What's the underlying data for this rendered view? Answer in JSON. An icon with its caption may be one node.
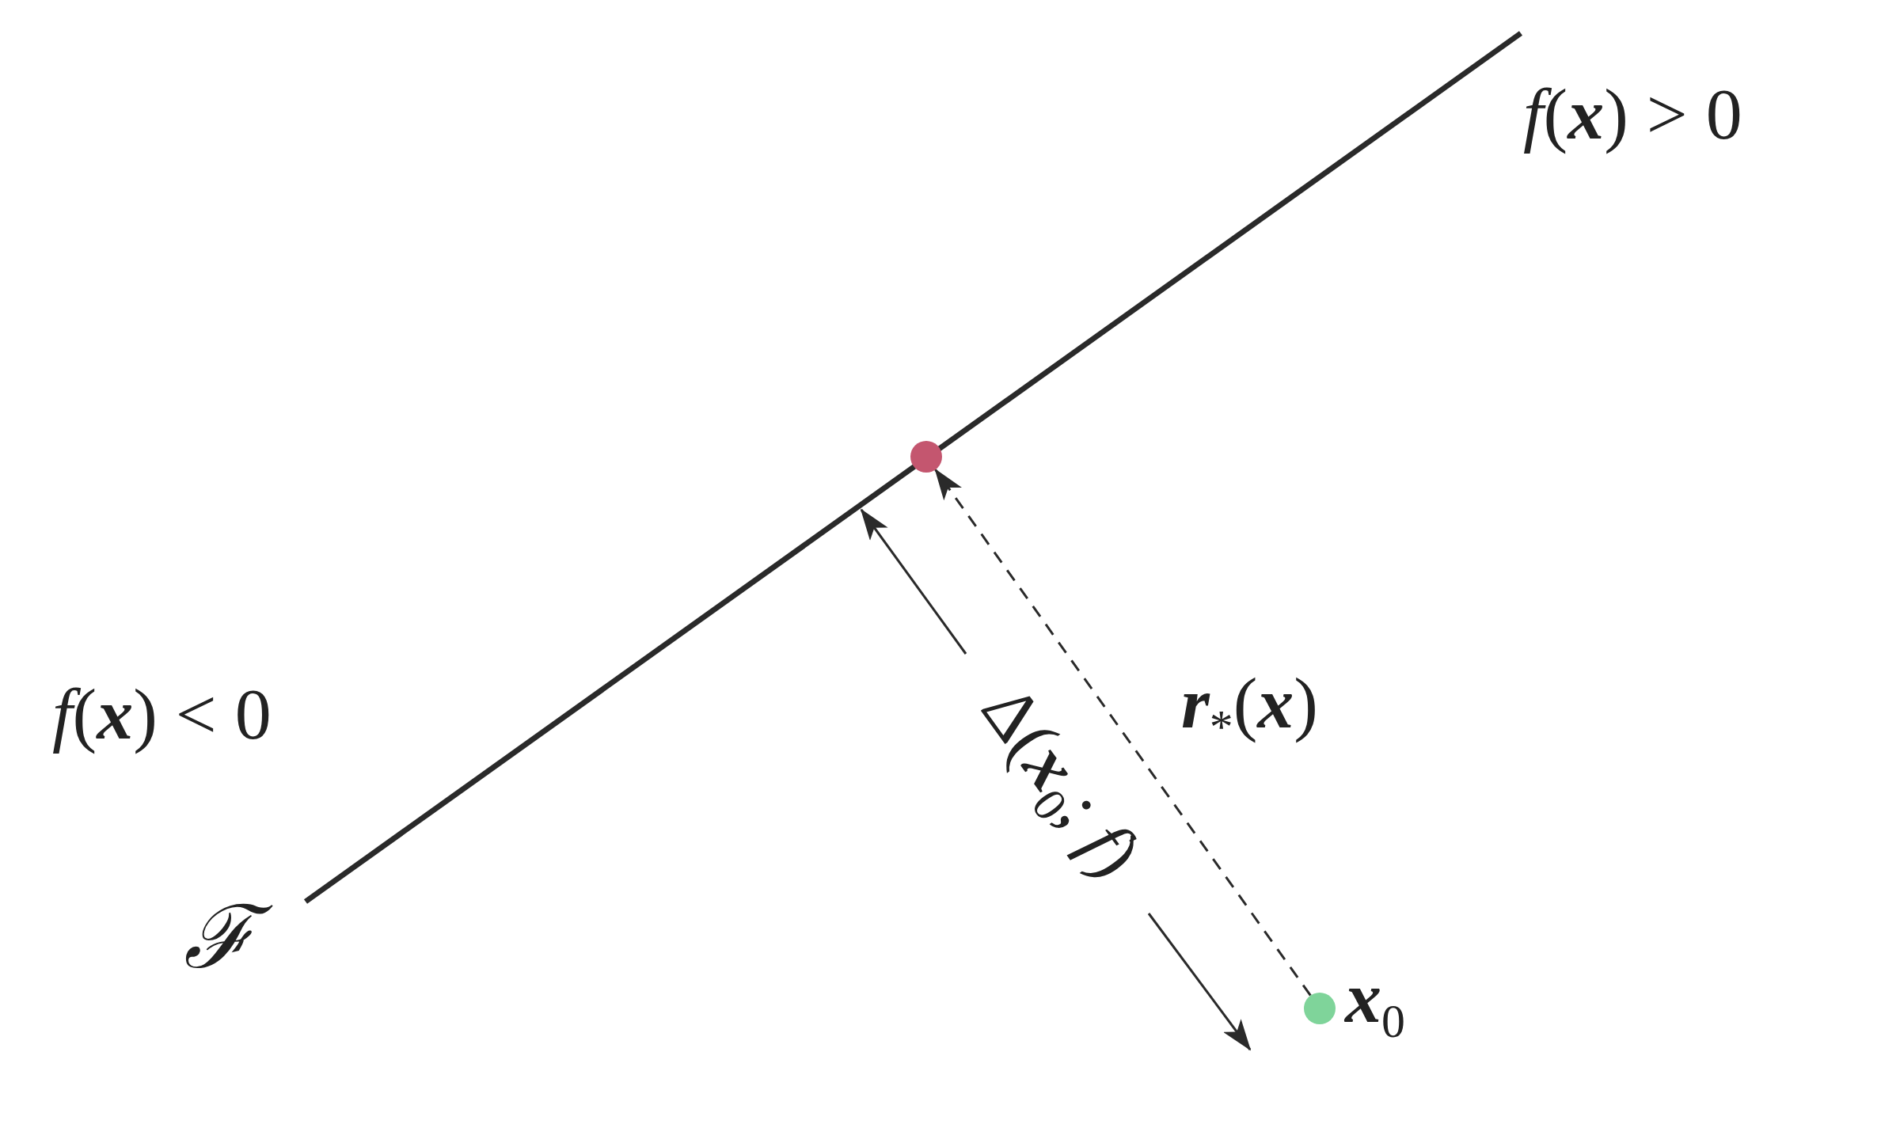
{
  "diagram": {
    "nodes": [
      {
        "text": [],
        "shape": "circle"
      },
      {
        "text": [],
        "shape": "circle",
        "beside": [
          "**x**$_{0}$"
        ]
      }
    ],
    "edges": [
      {
        "from": 1,
        "to": 0,
        "arrow": "to",
        "style": "dashed",
        "label": "**r**$_{*}$(**x**)"
      }
    ],
    "labels": [
      "*f*(**x**) > 0",
      "*f*(**x**) < 0",
      "Δ(**x**$_{0}$; *f*)",
      "ℱ"
    ]
  }
}
